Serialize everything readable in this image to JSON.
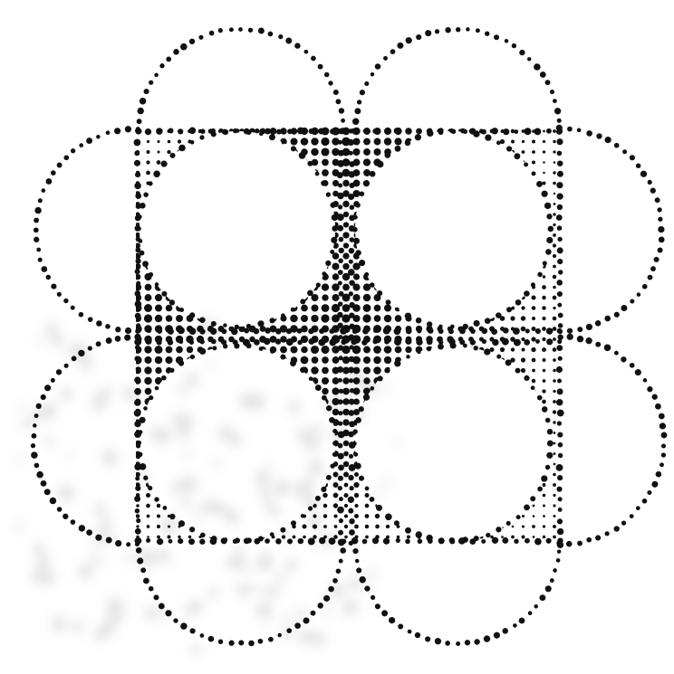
{
  "figure": {
    "description_text": "",
    "background": "#ffffff",
    "ink": "#111111",
    "smudge": "#cfcfcf",
    "style": "dotted halftone print"
  },
  "pattern": {
    "circle_rows": 2,
    "circle_cols": 2,
    "lobes_per_side": 2,
    "shape": "dotted circles with overlapping semicircular lobes, halftone dot-filled gaps"
  }
}
